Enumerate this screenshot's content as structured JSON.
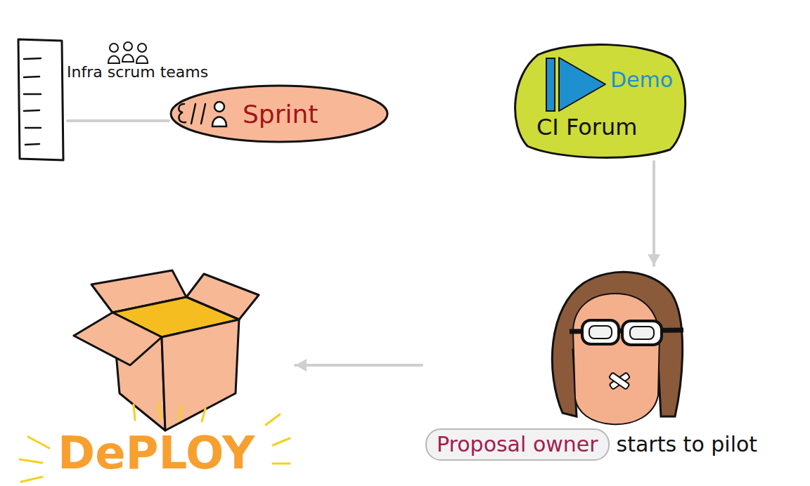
{
  "diagram": {
    "nodes": [
      {
        "text": [
          "Infra scrum teams"
        ]
      },
      {
        "text": [
          "Sprint"
        ]
      },
      {
        "text": [
          "Demo",
          "CI Forum"
        ]
      },
      {
        "text": [
          "Proposal owner",
          "starts to pilot"
        ]
      },
      {
        "text": [
          "DePLOY"
        ]
      }
    ],
    "edges": [
      {
        "from": 0,
        "to": 1,
        "arrow": "none"
      },
      {
        "from": 2,
        "to": 3,
        "arrow": "to"
      },
      {
        "from": 3,
        "to": 4,
        "arrow": "to"
      }
    ]
  }
}
